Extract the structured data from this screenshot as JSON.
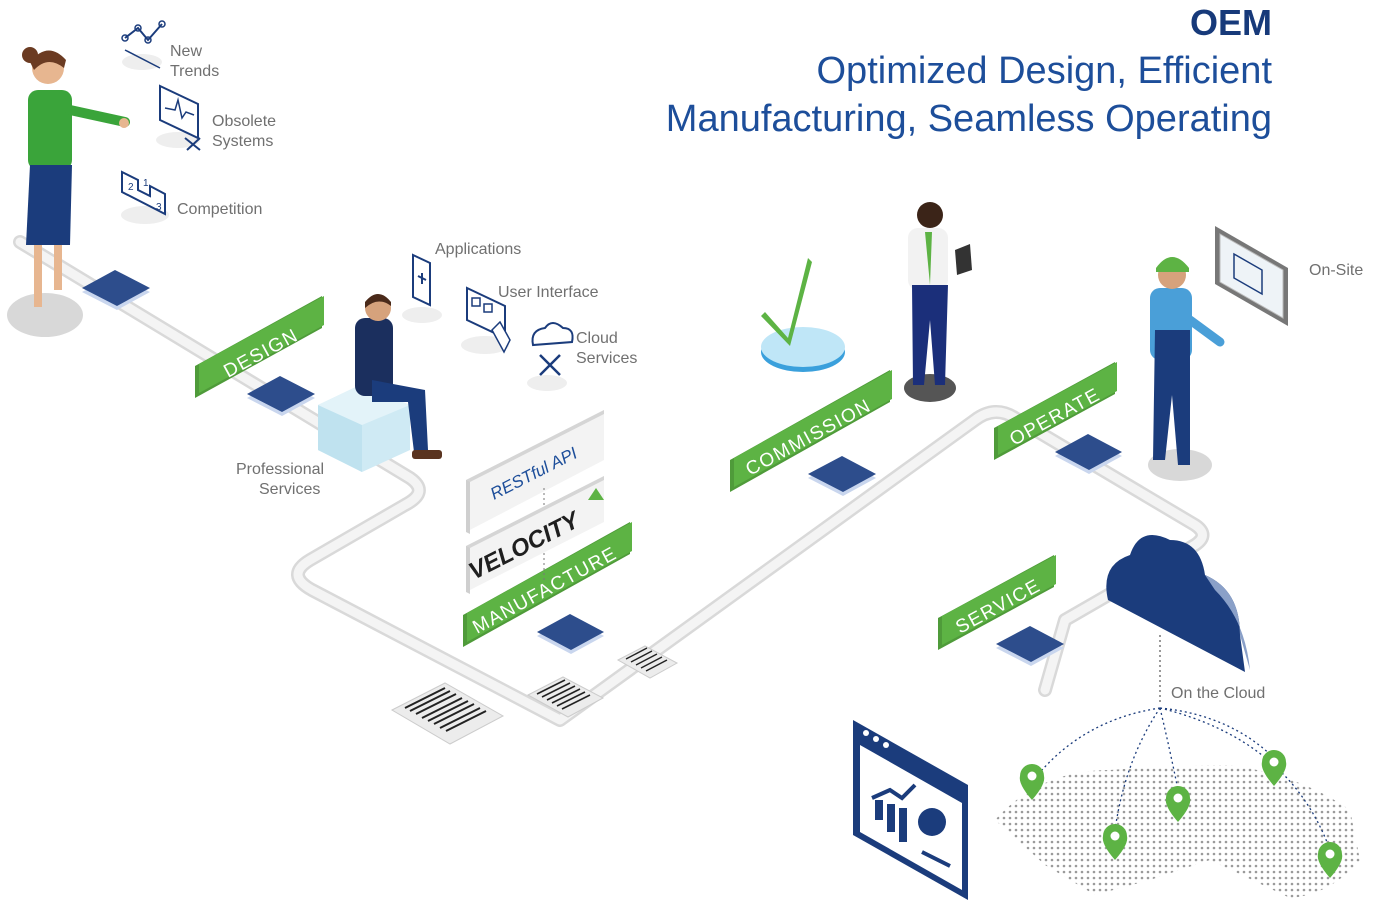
{
  "header": {
    "title": "OEM",
    "subtitle_line1": "Optimized Design, Efficient",
    "subtitle_line2": "Manufacturing, Seamless Operating"
  },
  "stages": {
    "design": "DESIGN",
    "manufacture": "MANUFACTURE",
    "commission": "COMMISSION",
    "operate": "OPERATE",
    "service": "SERVICE"
  },
  "design_inputs": {
    "new_trends_1": "New",
    "new_trends_2": "Trends",
    "obsolete_1": "Obsolete",
    "obsolete_2": "Systems",
    "competition": "Competition"
  },
  "manufacture_inputs": {
    "applications": "Applications",
    "user_interface": "User Interface",
    "cloud_1": "Cloud",
    "cloud_2": "Services",
    "professional_1": "Professional",
    "professional_2": "Services",
    "restful_api": "RESTful API",
    "velocity": "VELOCITY"
  },
  "operate_labels": {
    "on_site": "On-Site",
    "on_the_cloud": "On the Cloud"
  },
  "colors": {
    "brand_blue": "#1b3c7c",
    "accent_green": "#5db344",
    "node_blue": "#2d4d8c",
    "path_gray": "#e6e6e6"
  }
}
